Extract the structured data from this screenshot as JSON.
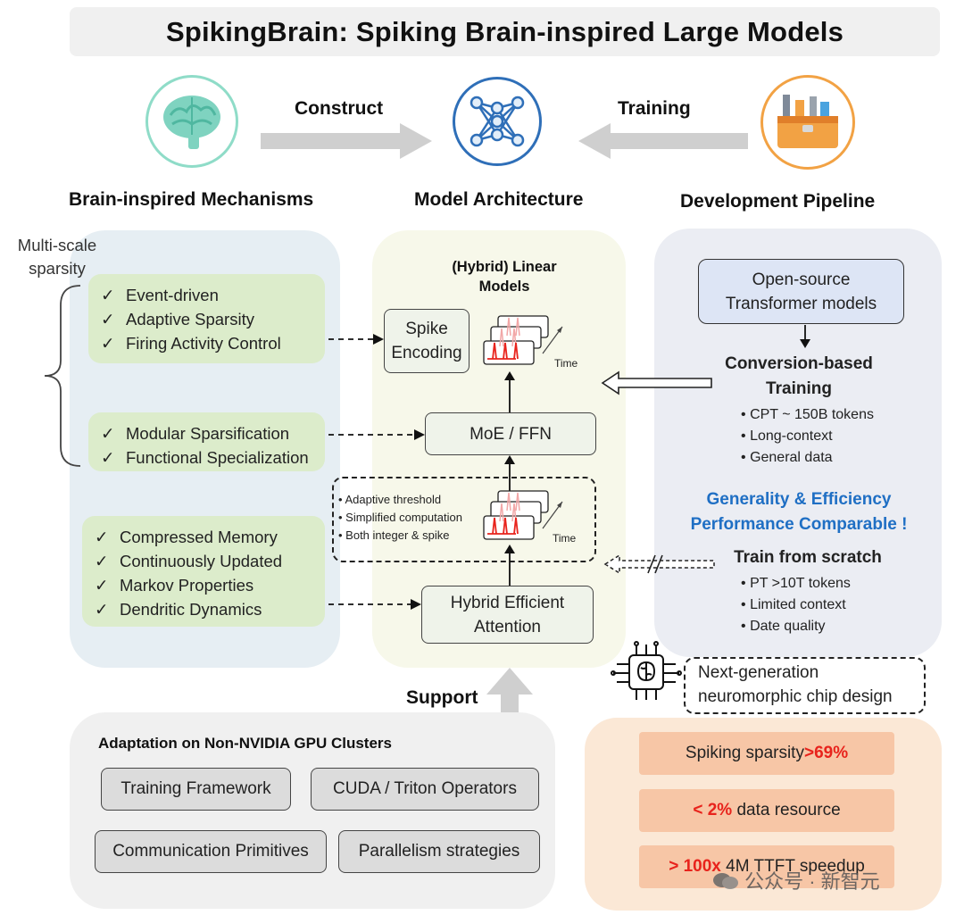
{
  "title": "SpikingBrain: Spiking Brain-inspired Large Models",
  "top": {
    "left_label": "Brain-inspired Mechanisms",
    "mid_label": "Model Architecture",
    "right_label": "Development Pipeline",
    "construct": "Construct",
    "training": "Training"
  },
  "left": {
    "side_label_1": "Multi-scale",
    "side_label_2": "sparsity",
    "group1": [
      "Event-driven",
      "Adaptive Sparsity",
      "Firing Activity Control"
    ],
    "group2": [
      "Modular Sparsification",
      "Functional Specialization"
    ],
    "group3": [
      "Compressed Memory",
      "Continuously Updated",
      "Markov Properties",
      "Dendritic Dynamics"
    ],
    "check": "✓"
  },
  "mid": {
    "title_1": "(Hybrid) Linear",
    "title_2": "Models",
    "spike_1": "Spike",
    "spike_2": "Encoding",
    "time_1": "Time",
    "time_2": "Time",
    "moe": "MoE / FFN",
    "attention_1": "Hybrid Efficient",
    "attention_2": "Attention",
    "dashed_items": [
      "Adaptive threshold",
      "Simplified computation",
      "Both integer & spike"
    ]
  },
  "right": {
    "open_source_1": "Open-source",
    "open_source_2": "Transformer models",
    "conversion_1": "Conversion-based",
    "conversion_2": "Training",
    "conversion_items": [
      "CPT ~ 150B tokens",
      "Long-context",
      "General data"
    ],
    "highlight_1": "Generality & Efficiency",
    "highlight_2": "Performance Comparable !",
    "scratch": "Train from scratch",
    "scratch_items": [
      "PT >10T tokens",
      "Limited context",
      "Date quality"
    ],
    "bullet": "•"
  },
  "chip": {
    "line_1": "Next-generation",
    "line_2": "neuromorphic chip design"
  },
  "support": "Support",
  "bottom": {
    "title": "Adaptation on Non-NVIDIA GPU Clusters",
    "buttons": [
      "Training Framework",
      "CUDA / Triton Operators",
      "Communication Primitives",
      "Parallelism strategies"
    ]
  },
  "results": [
    {
      "pre": "",
      "red": "",
      "text": "Spiking sparsity ",
      "red_after": ">69%"
    },
    {
      "pre": "",
      "red": "< 2%",
      "text": " data resource",
      "red_after": ""
    },
    {
      "pre": "",
      "red": "> 100x",
      "text": " 4M TTFT speedup",
      "red_after": ""
    }
  ],
  "watermark": "公众号 · 新智元",
  "colors": {
    "title_bg": "#f0f0f0",
    "green_box": "#dceccb",
    "left_panel": "#e6eef3",
    "mid_panel": "#f7f8ea",
    "right_panel": "#ebedf3",
    "blue_text": "#1f6fc4",
    "red_text": "#e8231c",
    "orange_bar": "#f7c6a6",
    "spike_red": "#e8231c",
    "spike_pink": "#f2a7a7"
  }
}
